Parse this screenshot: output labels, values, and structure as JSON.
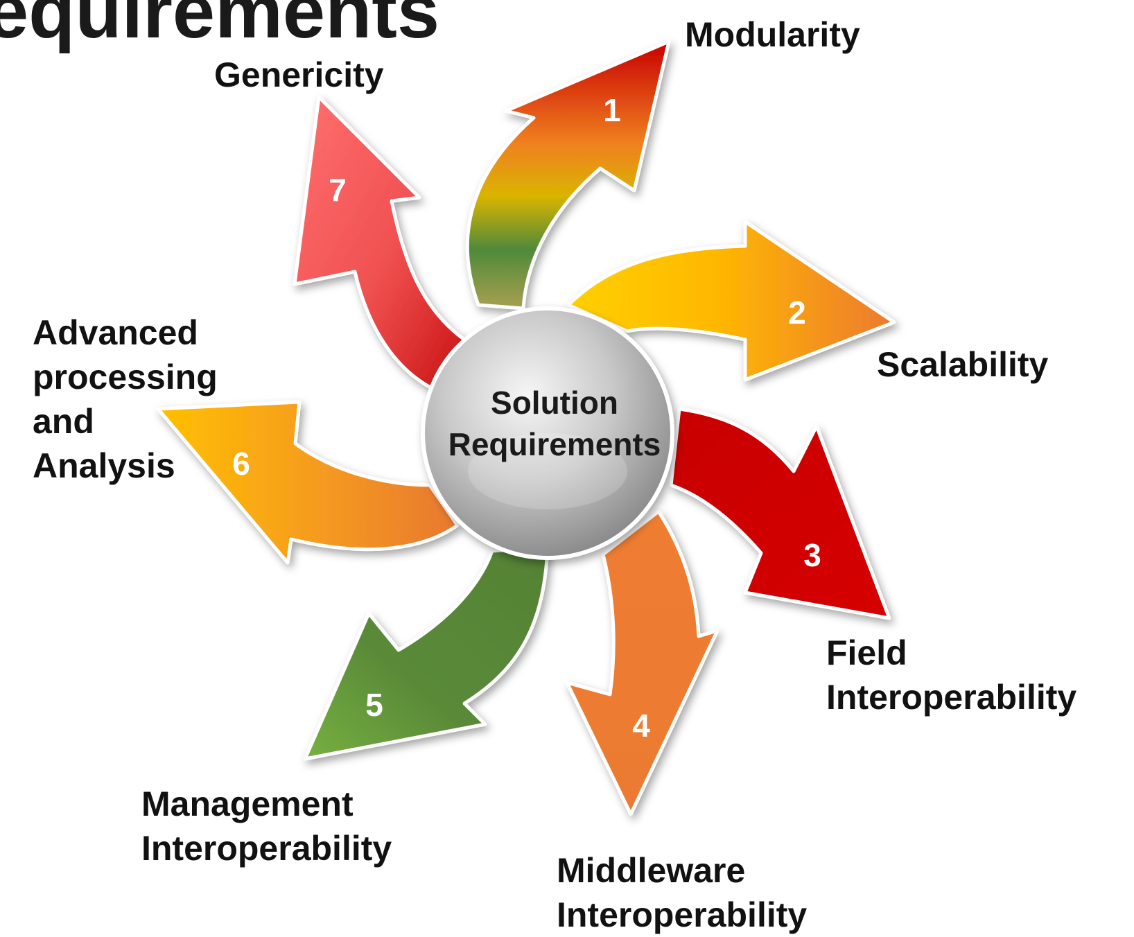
{
  "title": "equirements",
  "hub": {
    "line1": "Solution",
    "line2": "Requirements"
  },
  "requirements": [
    {
      "number": "1",
      "label": "Modularity"
    },
    {
      "number": "2",
      "label": "Scalability"
    },
    {
      "number": "3",
      "label": "Field\nInteroperability"
    },
    {
      "number": "4",
      "label": "Middleware\nInteroperability"
    },
    {
      "number": "5",
      "label": "Management\nInteroperability"
    },
    {
      "number": "6",
      "label": "Advanced\nprocessing\nand\nAnalysis"
    },
    {
      "number": "7",
      "label": "Genericity"
    }
  ],
  "colors": {
    "red": "#cc0000",
    "orange": "#ed7d31",
    "amber": "#ffc000",
    "green": "#548235",
    "pink": "#ff6b6b"
  }
}
